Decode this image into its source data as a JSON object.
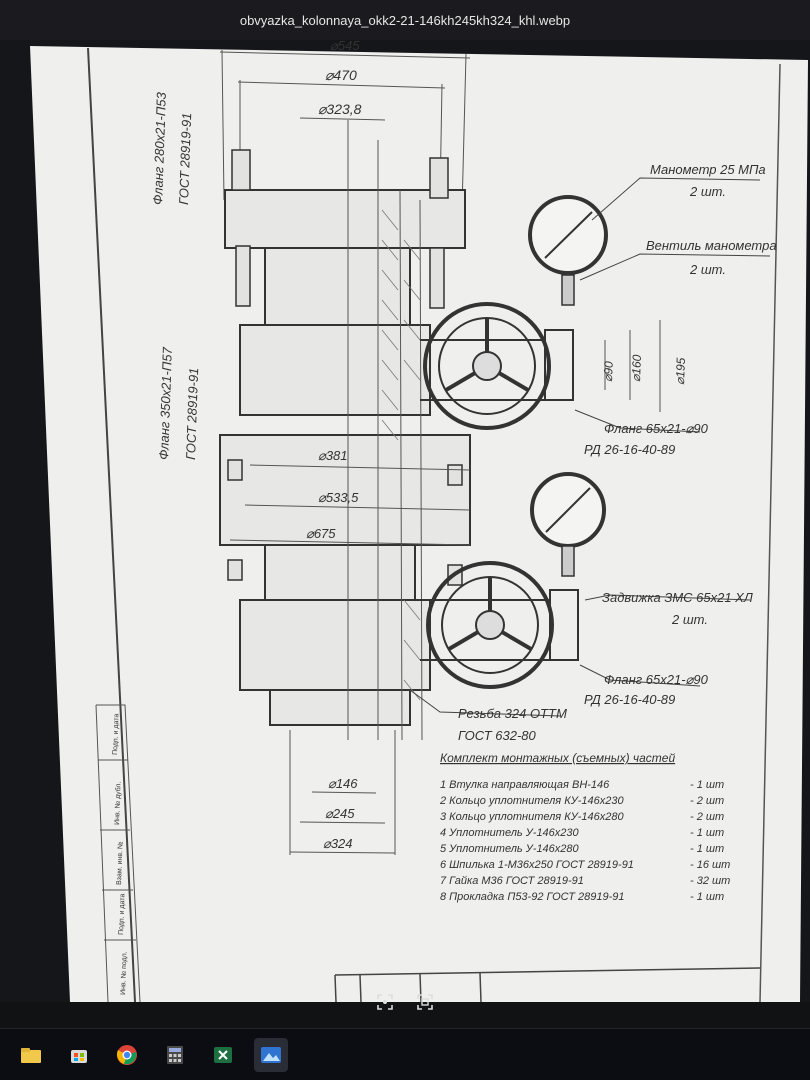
{
  "window": {
    "title": "obvyazka_kolonnaya_okk2-21-146kh245kh324_khl.webp"
  },
  "drawing": {
    "dims": {
      "d_top": "⌀545",
      "d470": "⌀470",
      "d323": "⌀323,8",
      "d381": "⌀381",
      "d533": "⌀533,5",
      "d675": "⌀675",
      "d90": "⌀90",
      "d160": "⌀160",
      "d195": "⌀195",
      "d146": "⌀146",
      "d245": "⌀245",
      "d324": "⌀324"
    },
    "callouts": {
      "flange_top_1": "Фланг 280х21-П53",
      "flange_top_2": "ГОСТ 28919-91",
      "flange_mid_1": "Фланг 350х21-П57",
      "flange_mid_2": "ГОСТ 28919-91",
      "manometer_1": "Манометр 25 МПа",
      "manometer_2": "2 шт.",
      "valve_1": "Вентиль манометра",
      "valve_2": "2 шт.",
      "flange_right_1a": "Фланг 65х21-⌀90",
      "flange_right_1b": "РД 26-16-40-89",
      "gate_1": "Задвижка ЗМС 65х21 ХЛ",
      "gate_2": "2 шт.",
      "flange_right_2a": "Фланг 65х21-⌀90",
      "flange_right_2b": "РД 26-16-40-89",
      "thread_1": "Резьба 324 ОТТМ",
      "thread_2": "ГОСТ 632-80"
    },
    "parts": {
      "title": "Комплект монтажных (съемных) частей",
      "items": [
        {
          "name": "1  Втулка направляющая ВН-146",
          "qty": "- 1 шт"
        },
        {
          "name": "2  Кольцо уплотнителя КУ-146х230",
          "qty": "- 2 шт"
        },
        {
          "name": "3  Кольцо уплотнителя КУ-146х280",
          "qty": "- 2 шт"
        },
        {
          "name": "4  Уплотнитель У-146х230",
          "qty": "- 1 шт"
        },
        {
          "name": "5  Уплотнитель У-146х280",
          "qty": "- 1 шт"
        },
        {
          "name": "6  Шпилька 1-М36х250 ГОСТ 28919-91",
          "qty": "- 16 шт"
        },
        {
          "name": "7  Гайка М36 ГОСТ 28919-91",
          "qty": "- 32 шт"
        },
        {
          "name": "8  Прокладка П53-92 ГОСТ 28919-91",
          "qty": "- 1 шт"
        }
      ]
    },
    "stamp_rows": [
      "Подп. и дата",
      "Инв. № дубл.",
      "Взам. инв. №",
      "Подп. и дата",
      "Инв. № подл."
    ]
  },
  "taskbar": {
    "items": [
      "file-explorer-icon",
      "store-icon",
      "chrome-icon",
      "calculator-icon",
      "excel-icon",
      "photos-icon"
    ]
  },
  "colors": {
    "paper": "#eeeeec",
    "ink": "#3a3a3a",
    "taskbar": "#0c0d12"
  }
}
